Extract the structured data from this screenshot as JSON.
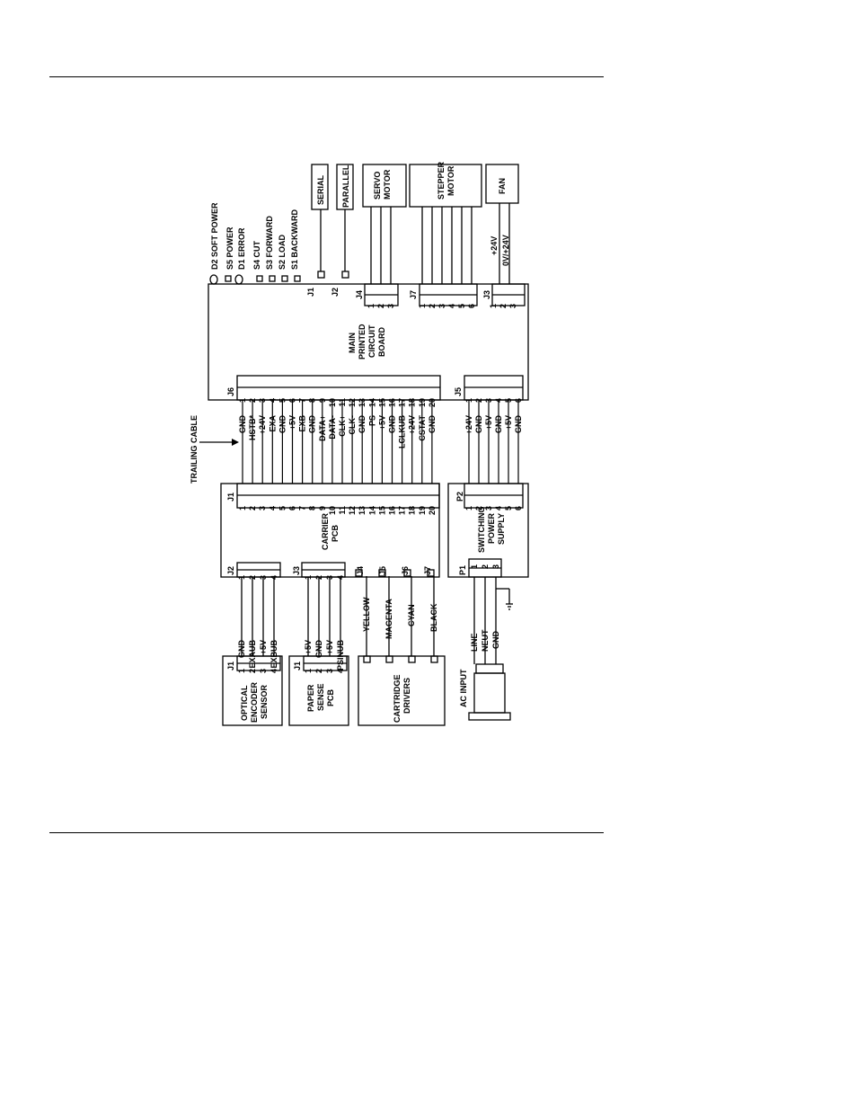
{
  "diagram": {
    "main_board": {
      "label": [
        "MAIN",
        "PRINTED",
        "CIRCUIT",
        "BOARD"
      ]
    },
    "top_labels": {
      "indicators": [
        "D2 SOFT POWER",
        "S5 POWER",
        "D1 ERROR",
        "S4 CUT",
        "S3 FORWARD",
        "S2 LOAD",
        "S1 BACKWARD"
      ],
      "j1": "J1",
      "j2": "J2",
      "serial": "SERIAL",
      "parallel": "PARALLEL",
      "j4": "J4",
      "servo": [
        "SERVO",
        "MOTOR"
      ],
      "j7": "J7",
      "stepper": [
        "STEPPER",
        "MOTOR"
      ],
      "j3": "J3",
      "fan": "FAN",
      "fan_pins": [
        "+24V",
        "0V/+24V"
      ],
      "j4_pins": [
        "1",
        "2",
        "3"
      ],
      "j7_pins": [
        "1",
        "2",
        "3",
        "4",
        "5",
        "6"
      ],
      "j3_pins": [
        "1",
        "2",
        "3"
      ]
    },
    "trailing_cable": "TRAILING CABLE",
    "j6": {
      "label": "J6",
      "pins": [
        "1",
        "2",
        "3",
        "4",
        "5",
        "6",
        "7",
        "8",
        "9",
        "10",
        "11",
        "12",
        "13",
        "14",
        "15",
        "16",
        "17",
        "18",
        "19",
        "20"
      ]
    },
    "signals_j6": [
      "GND",
      "HSTB*",
      "+24V",
      "EXA",
      "GND",
      "+5V",
      "EXB",
      "GND",
      "DATA+",
      "DATA-",
      "CLK+",
      "CLK-",
      "GND",
      "PS",
      "+5V",
      "GND",
      "LCLKUB",
      "+24V",
      "CSTAT",
      "GND"
    ],
    "carrier": {
      "label": [
        "CARRIER",
        "PCB"
      ],
      "j1": "J1",
      "j2": "J2",
      "j3": "J3",
      "j4": "J4",
      "j5": "J5",
      "j6": "J6",
      "j7": "J7"
    },
    "j5": {
      "label": "J5",
      "pins": [
        "1",
        "2",
        "3",
        "4",
        "5",
        "6"
      ]
    },
    "signals_j5": [
      "+24V",
      "GND",
      "+5V",
      "GND",
      "+5V",
      "GND"
    ],
    "psu": {
      "label": [
        "SWITCHING",
        "POWER",
        "SUPPLY"
      ],
      "p2": "P2",
      "p1": "P1",
      "p1_pins": [
        "1",
        "2",
        "3"
      ]
    },
    "optical": {
      "label": [
        "OPTICAL",
        "ENCODER",
        "SENSOR"
      ],
      "j1": "J1",
      "pins": [
        "1",
        "2",
        "3",
        "4"
      ],
      "signals": [
        "GND",
        "EXAUB",
        "+5V",
        "EXBUB"
      ]
    },
    "paper": {
      "label": [
        "PAPER",
        "SENSE",
        "PCB"
      ],
      "j1": "J1",
      "pins": [
        "1",
        "2",
        "3",
        "4"
      ],
      "signals": [
        "+5V",
        "GND",
        "+5V",
        "PSINUB"
      ]
    },
    "cartridge": {
      "label": [
        "CARTRIDGE",
        "DRIVERS"
      ],
      "colors": [
        "YELLOW",
        "MAGENTA",
        "CYAN",
        "BLACK"
      ]
    },
    "ac": {
      "label": "AC INPUT",
      "wires": [
        "LINE",
        "NEUT",
        "GND"
      ]
    }
  }
}
